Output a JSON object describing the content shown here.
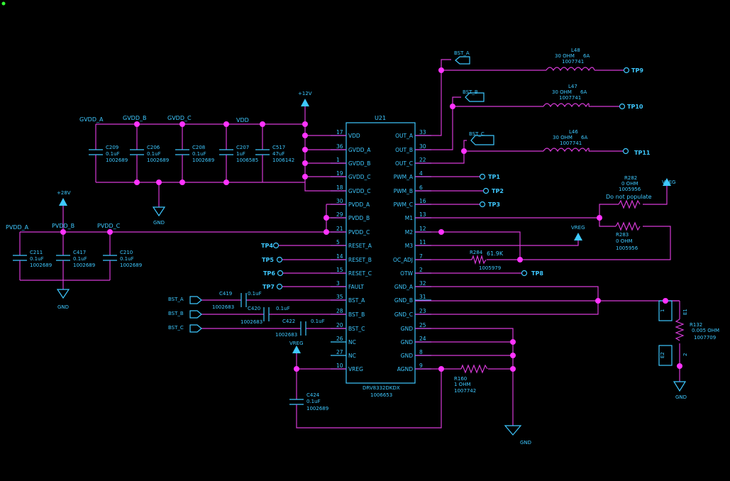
{
  "ic": {
    "ref": "U21",
    "part": "DRV8332DKDX",
    "code": "1006653"
  },
  "left_pins": [
    {
      "num": "17",
      "name": "VDD"
    },
    {
      "num": "36",
      "name": "GVDD_A"
    },
    {
      "num": "1",
      "name": "GVDD_B"
    },
    {
      "num": "19",
      "name": "GVDD_C"
    },
    {
      "num": "18",
      "name": "GVDD_C"
    },
    {
      "num": "30",
      "name": "PVDD_A"
    },
    {
      "num": "29",
      "name": "PVDD_B"
    },
    {
      "num": "21",
      "name": "PVDD_C"
    },
    {
      "num": "5",
      "name": "RESET_A"
    },
    {
      "num": "14",
      "name": "RESET_B"
    },
    {
      "num": "15",
      "name": "RESET_C"
    },
    {
      "num": "3",
      "name": "FAULT"
    },
    {
      "num": "35",
      "name": "BST_A"
    },
    {
      "num": "28",
      "name": "BST_B"
    },
    {
      "num": "20",
      "name": "BST_C"
    },
    {
      "num": "26",
      "name": "NC"
    },
    {
      "num": "27",
      "name": "NC"
    },
    {
      "num": "10",
      "name": "VREG"
    }
  ],
  "right_pins": [
    {
      "num": "33",
      "name": "OUT_A"
    },
    {
      "num": "30",
      "name": "OUT_B"
    },
    {
      "num": "22",
      "name": "OUT_C"
    },
    {
      "num": "4",
      "name": "PWM_A"
    },
    {
      "num": "6",
      "name": "PWM_B"
    },
    {
      "num": "16",
      "name": "PWM_C"
    },
    {
      "num": "13",
      "name": "M1"
    },
    {
      "num": "12",
      "name": "M2"
    },
    {
      "num": "11",
      "name": "M3"
    },
    {
      "num": "7",
      "name": "OC_ADJ"
    },
    {
      "num": "2",
      "name": "OTW"
    },
    {
      "num": "32",
      "name": "GND_A"
    },
    {
      "num": "31",
      "name": "GND_B"
    },
    {
      "num": "23",
      "name": "GND_C"
    },
    {
      "num": "25",
      "name": "GND"
    },
    {
      "num": "24",
      "name": "GND"
    },
    {
      "num": "8",
      "name": "GND"
    },
    {
      "num": "9",
      "name": "AGND"
    }
  ],
  "nets": {
    "p12v": "+12V",
    "p28v": "+28V",
    "gvdd_a": "GVDD_A",
    "gvdd_b": "GVDD_B",
    "gvdd_c": "GVDD_C",
    "vdd": "VDD",
    "pvdd_a": "PVDD_A",
    "pvdd_b": "PVDD_B",
    "pvdd_c": "PVDD_C",
    "vreg": "VREG",
    "gnd": "GND",
    "bst_a": "BST_A",
    "bst_b": "BST_B",
    "bst_c": "BST_C"
  },
  "test_points": {
    "tp1": "TP1",
    "tp2": "TP2",
    "tp3": "TP3",
    "tp4": "TP4",
    "tp5": "TP5",
    "tp6": "TP6",
    "tp7": "TP7",
    "tp8": "TP8",
    "tp9": "TP9",
    "tp10": "TP10",
    "tp11": "TP11"
  },
  "caps_top": [
    {
      "ref": "C209",
      "val": "0.1uF",
      "code": "1002689"
    },
    {
      "ref": "C206",
      "val": "0.1uF",
      "code": "1002689"
    },
    {
      "ref": "C208",
      "val": "0.1uF",
      "code": "1002689"
    },
    {
      "ref": "C207",
      "val": "1uF",
      "code": "1006585"
    },
    {
      "ref": "C517",
      "val": "47uF",
      "code": "1006142"
    }
  ],
  "caps_pvdd": [
    {
      "ref": "C211",
      "val": "0.1uF",
      "code": "1002689"
    },
    {
      "ref": "C417",
      "val": "0.1uF",
      "code": "1002689"
    },
    {
      "ref": "C210",
      "val": "0.1uF",
      "code": "1002689"
    }
  ],
  "caps_bst": [
    {
      "ref": "C419",
      "val": "0.1uF",
      "code": "1002683"
    },
    {
      "ref": "C420",
      "val": "0.1uF",
      "code": "1002683"
    },
    {
      "ref": "C422",
      "val": "0.1uF",
      "code": "1002683"
    }
  ],
  "cap_vreg": {
    "ref": "C424",
    "val": "0.1uF",
    "code": "1002689"
  },
  "inductors": [
    {
      "ref": "L48",
      "val": "30 OHM",
      "cur": "6A",
      "code": "1007741"
    },
    {
      "ref": "L47",
      "val": "30 OHM",
      "cur": "6A",
      "code": "1007741"
    },
    {
      "ref": "L46",
      "val": "30 OHM",
      "cur": "6A",
      "code": "1007741"
    }
  ],
  "r282": {
    "ref": "R282",
    "val": "0 OHM",
    "code": "1005956",
    "note": "Do not populate"
  },
  "r283": {
    "ref": "R283",
    "val": "0 OHM",
    "code": "1005956"
  },
  "r284": {
    "ref": "R284",
    "val": "61.9K",
    "code": "1005979"
  },
  "r160": {
    "ref": "R160",
    "val": "1 OHM",
    "code": "1007742"
  },
  "r132": {
    "ref": "R132",
    "val": "0.005 OHM",
    "code": "1007709"
  },
  "r132_pins": {
    "p1": "1",
    "p2": "2",
    "e1": "E1",
    "e2": "E2"
  }
}
